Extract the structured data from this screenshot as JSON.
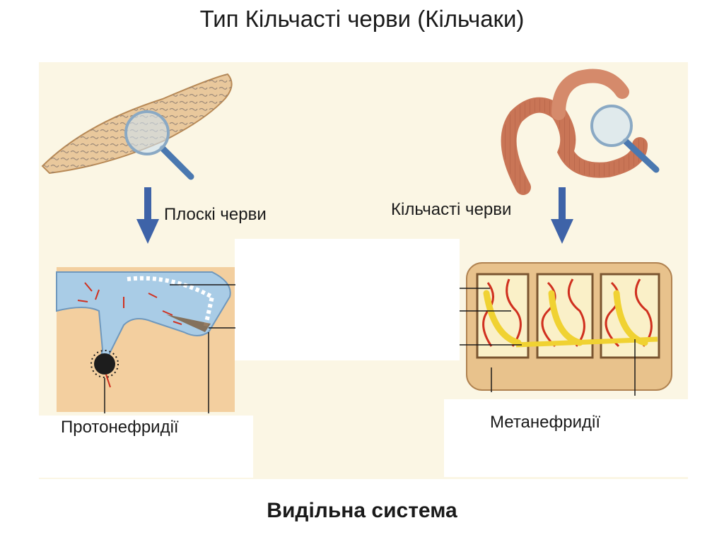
{
  "slide": {
    "title": "Тип Кільчасті черви (Кільчаки)",
    "footer": "Видільна система"
  },
  "left": {
    "label": "Плоскі черви",
    "caption": "Протонефридії"
  },
  "right": {
    "label": "Кільчасті черви",
    "caption": "Метанефридії"
  },
  "colors": {
    "panel": "#fbf6e4",
    "arrow": "#3e63a8",
    "flatworm": "#e9c89c",
    "earthworm": "#c97556",
    "canal": "#a9cce6",
    "nephridium": "#f0d232",
    "capillary": "#d0301f",
    "tissue": "#f3cf9f"
  }
}
